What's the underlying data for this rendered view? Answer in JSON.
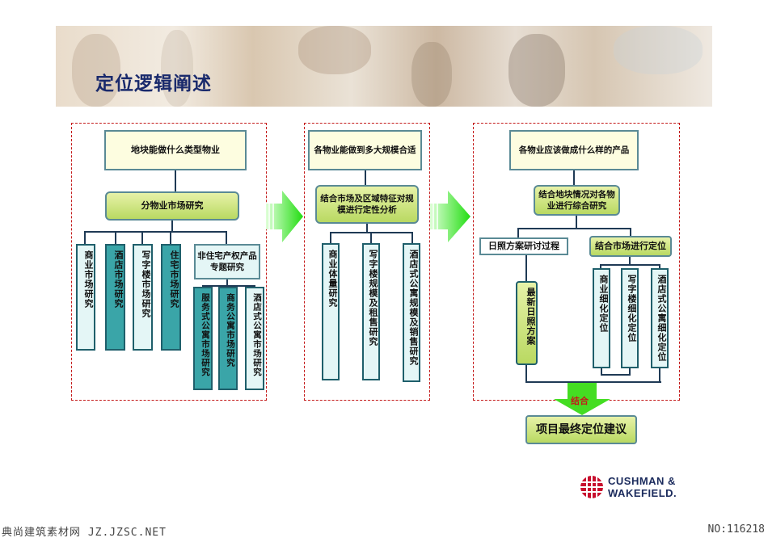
{
  "header": {
    "title": "定位逻辑阐述"
  },
  "panel1": {
    "top_question": "地块能做什么类型物业",
    "study": "分物业市场研究",
    "cols": [
      "商业市场研究",
      "酒店市场研究",
      "写字楼市场研究",
      "住宅市场研究"
    ],
    "non_res": "非住宅产权产品专题研究",
    "sub_cols": [
      "服务式公寓市场研究",
      "商务公寓市场研究",
      "酒店式公寓市场研究"
    ]
  },
  "panel2": {
    "top_question": "各物业能做到多大规模合适",
    "study": "结合市场及区域特征对规模进行定性分析",
    "cols": [
      "商业体量研究",
      "写字楼规模及租售研究",
      "酒店式公寓规模及销售研究"
    ]
  },
  "panel3": {
    "top_question": "各物业应该做成什么样的产品",
    "study": "结合地块情况对各物业进行综合研究",
    "left_branch": "日照方案研讨过程",
    "right_branch": "结合市场进行定位",
    "left_col": "最新日照方案",
    "right_cols": [
      "商业细化定位",
      "写字楼细化定位",
      "酒店式公寓细化定位"
    ],
    "merge": "结合",
    "final": "项目最终定位建议"
  },
  "logo": {
    "line1": "CUSHMAN &",
    "line2": "WAKEFIELD."
  },
  "footer": {
    "left": "典尚建筑素材网 JZ.JZSC.NET",
    "right": "NO:116218"
  },
  "colors": {
    "border_red": "#c41a1a",
    "green_arrow": "#33dd22",
    "teal": "#3aa5a8"
  }
}
